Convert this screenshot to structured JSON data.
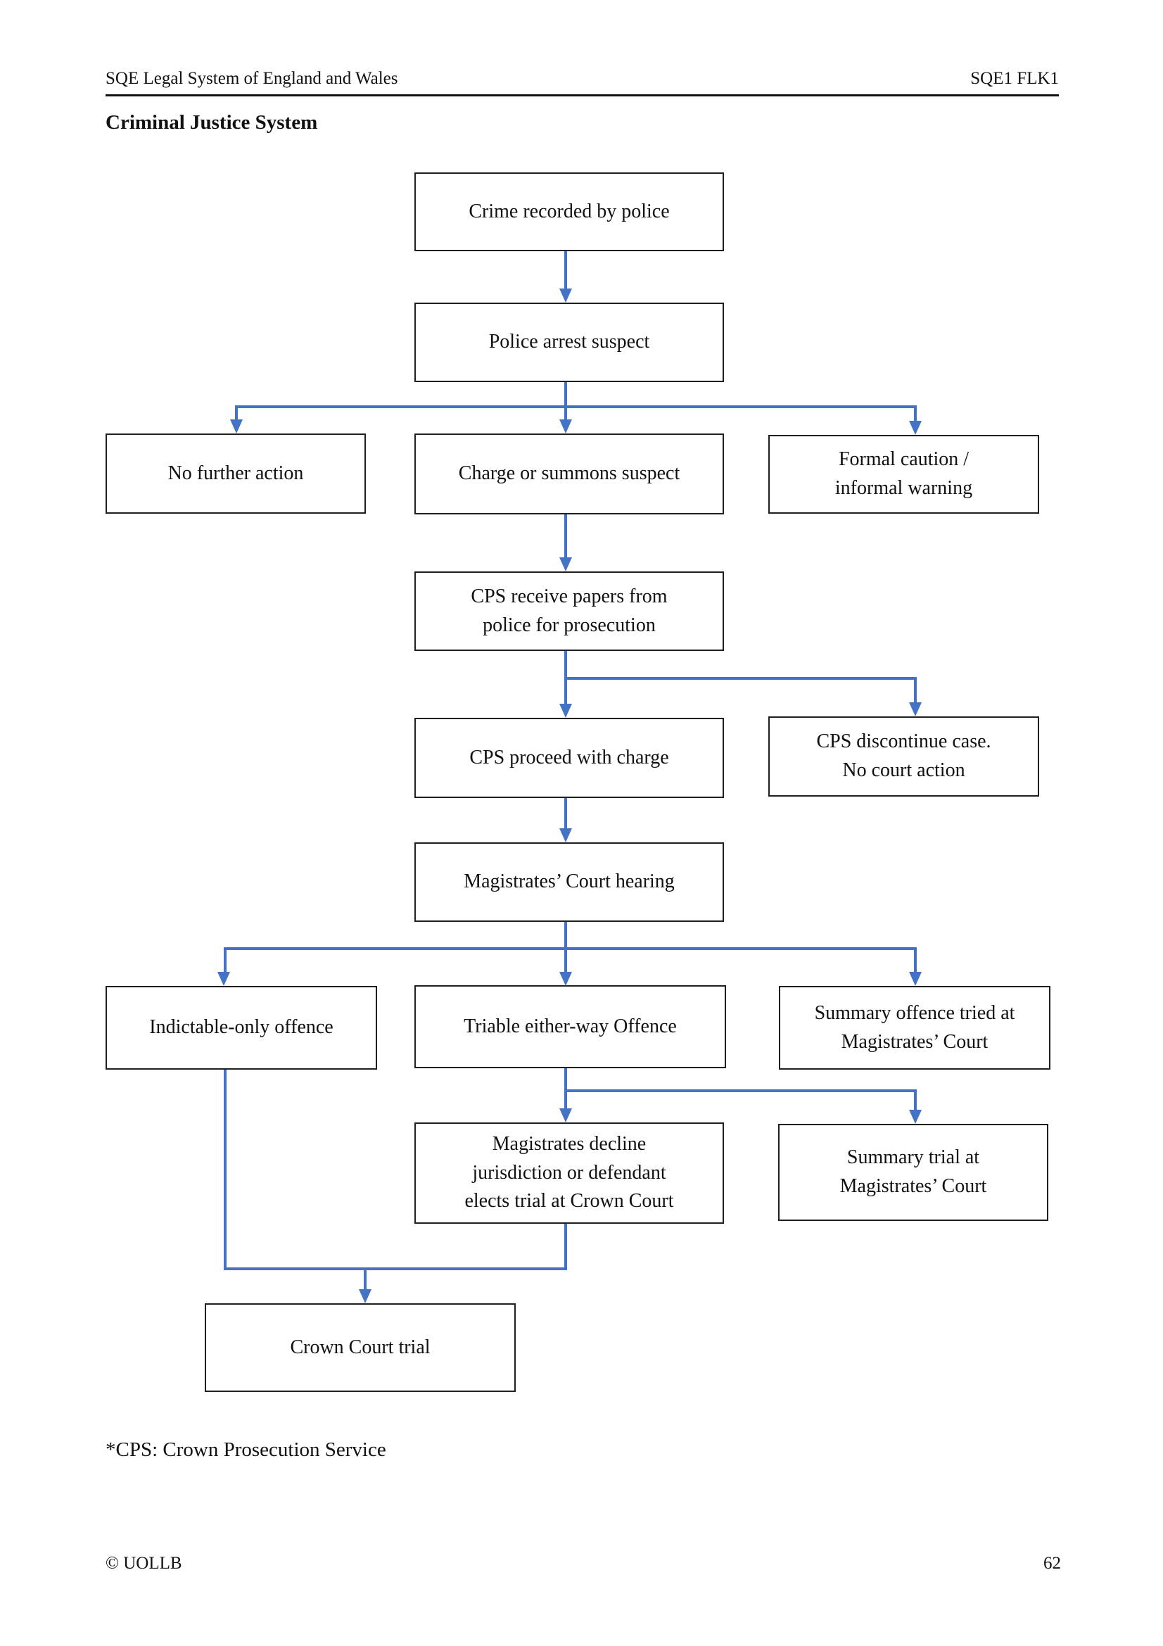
{
  "page": {
    "header": {
      "left": "SQE Legal System of England and Wales",
      "right": "SQE1 FLK1"
    },
    "title": "Criminal Justice System",
    "footnote": "*CPS: Crown Prosecution Service",
    "footer": {
      "left": "© UOLLB",
      "page_number": "62"
    }
  },
  "colors": {
    "arrow": "#4472C4",
    "box_border": "#1f1f1f",
    "background": "#ffffff",
    "text": "#111111"
  },
  "flowchart": {
    "nodes": [
      {
        "id": "crime-recorded",
        "label": "Crime recorded by police"
      },
      {
        "id": "police-arrest",
        "label": "Police arrest suspect"
      },
      {
        "id": "no-further-action",
        "label": "No further action"
      },
      {
        "id": "charge-or-summons",
        "label": "Charge or summons suspect"
      },
      {
        "id": "formal-caution",
        "label": "Formal caution /\ninformal warning"
      },
      {
        "id": "cps-receive",
        "label": "CPS receive papers from\npolice for prosecution"
      },
      {
        "id": "cps-proceed",
        "label": "CPS proceed with charge"
      },
      {
        "id": "cps-discontinue",
        "label": "CPS discontinue case.\nNo court action"
      },
      {
        "id": "magistrates-hearing",
        "label": "Magistrates’ Court hearing"
      },
      {
        "id": "indictable-only",
        "label": "Indictable-only offence"
      },
      {
        "id": "triable-either-way",
        "label": "Triable either-way Offence"
      },
      {
        "id": "summary-offence",
        "label": "Summary offence tried at\nMagistrates’ Court"
      },
      {
        "id": "magistrates-decline",
        "label": "Magistrates decline\njurisdiction or defendant\nelects trial at Crown Court"
      },
      {
        "id": "summary-trial",
        "label": "Summary trial at\nMagistrates’ Court"
      },
      {
        "id": "crown-court-trial",
        "label": "Crown Court trial"
      }
    ],
    "edges": [
      {
        "from": "crime-recorded",
        "to": "police-arrest"
      },
      {
        "from": "police-arrest",
        "to": "no-further-action"
      },
      {
        "from": "police-arrest",
        "to": "charge-or-summons"
      },
      {
        "from": "police-arrest",
        "to": "formal-caution"
      },
      {
        "from": "charge-or-summons",
        "to": "cps-receive"
      },
      {
        "from": "cps-receive",
        "to": "cps-proceed"
      },
      {
        "from": "cps-receive",
        "to": "cps-discontinue"
      },
      {
        "from": "cps-proceed",
        "to": "magistrates-hearing"
      },
      {
        "from": "magistrates-hearing",
        "to": "indictable-only"
      },
      {
        "from": "magistrates-hearing",
        "to": "triable-either-way"
      },
      {
        "from": "magistrates-hearing",
        "to": "summary-offence"
      },
      {
        "from": "triable-either-way",
        "to": "magistrates-decline"
      },
      {
        "from": "triable-either-way",
        "to": "summary-trial"
      },
      {
        "from": "indictable-only",
        "to": "crown-court-trial"
      },
      {
        "from": "magistrates-decline",
        "to": "crown-court-trial"
      }
    ]
  }
}
